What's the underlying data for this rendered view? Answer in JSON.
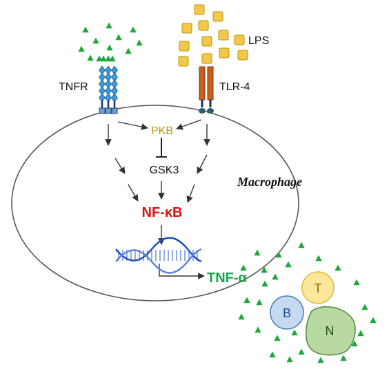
{
  "labels": {
    "tnfr": "TNFR",
    "tlr4": "TLR-4",
    "lps": "LPS",
    "pkb": "PKB",
    "gsk3": "GSK3",
    "nfkb": "NF-κB",
    "macrophage": "Macrophage",
    "tnfa": "TNF-α",
    "cell_t": "T",
    "cell_b": "B",
    "cell_n": "N"
  },
  "colors": {
    "pkb": "#b8940e",
    "nfkb": "#e01010",
    "tnfa": "#16a34a",
    "triangle": "#1ea83c",
    "lps_square": "#f2c84b",
    "receptor_tnfr": "#3b9bd6",
    "receptor_tlr4": "#c8601a",
    "cell_t": "#fbe79a",
    "cell_b": "#c6d9f1",
    "cell_n": "#b9d9a3",
    "dna": "#1f4fbf"
  }
}
